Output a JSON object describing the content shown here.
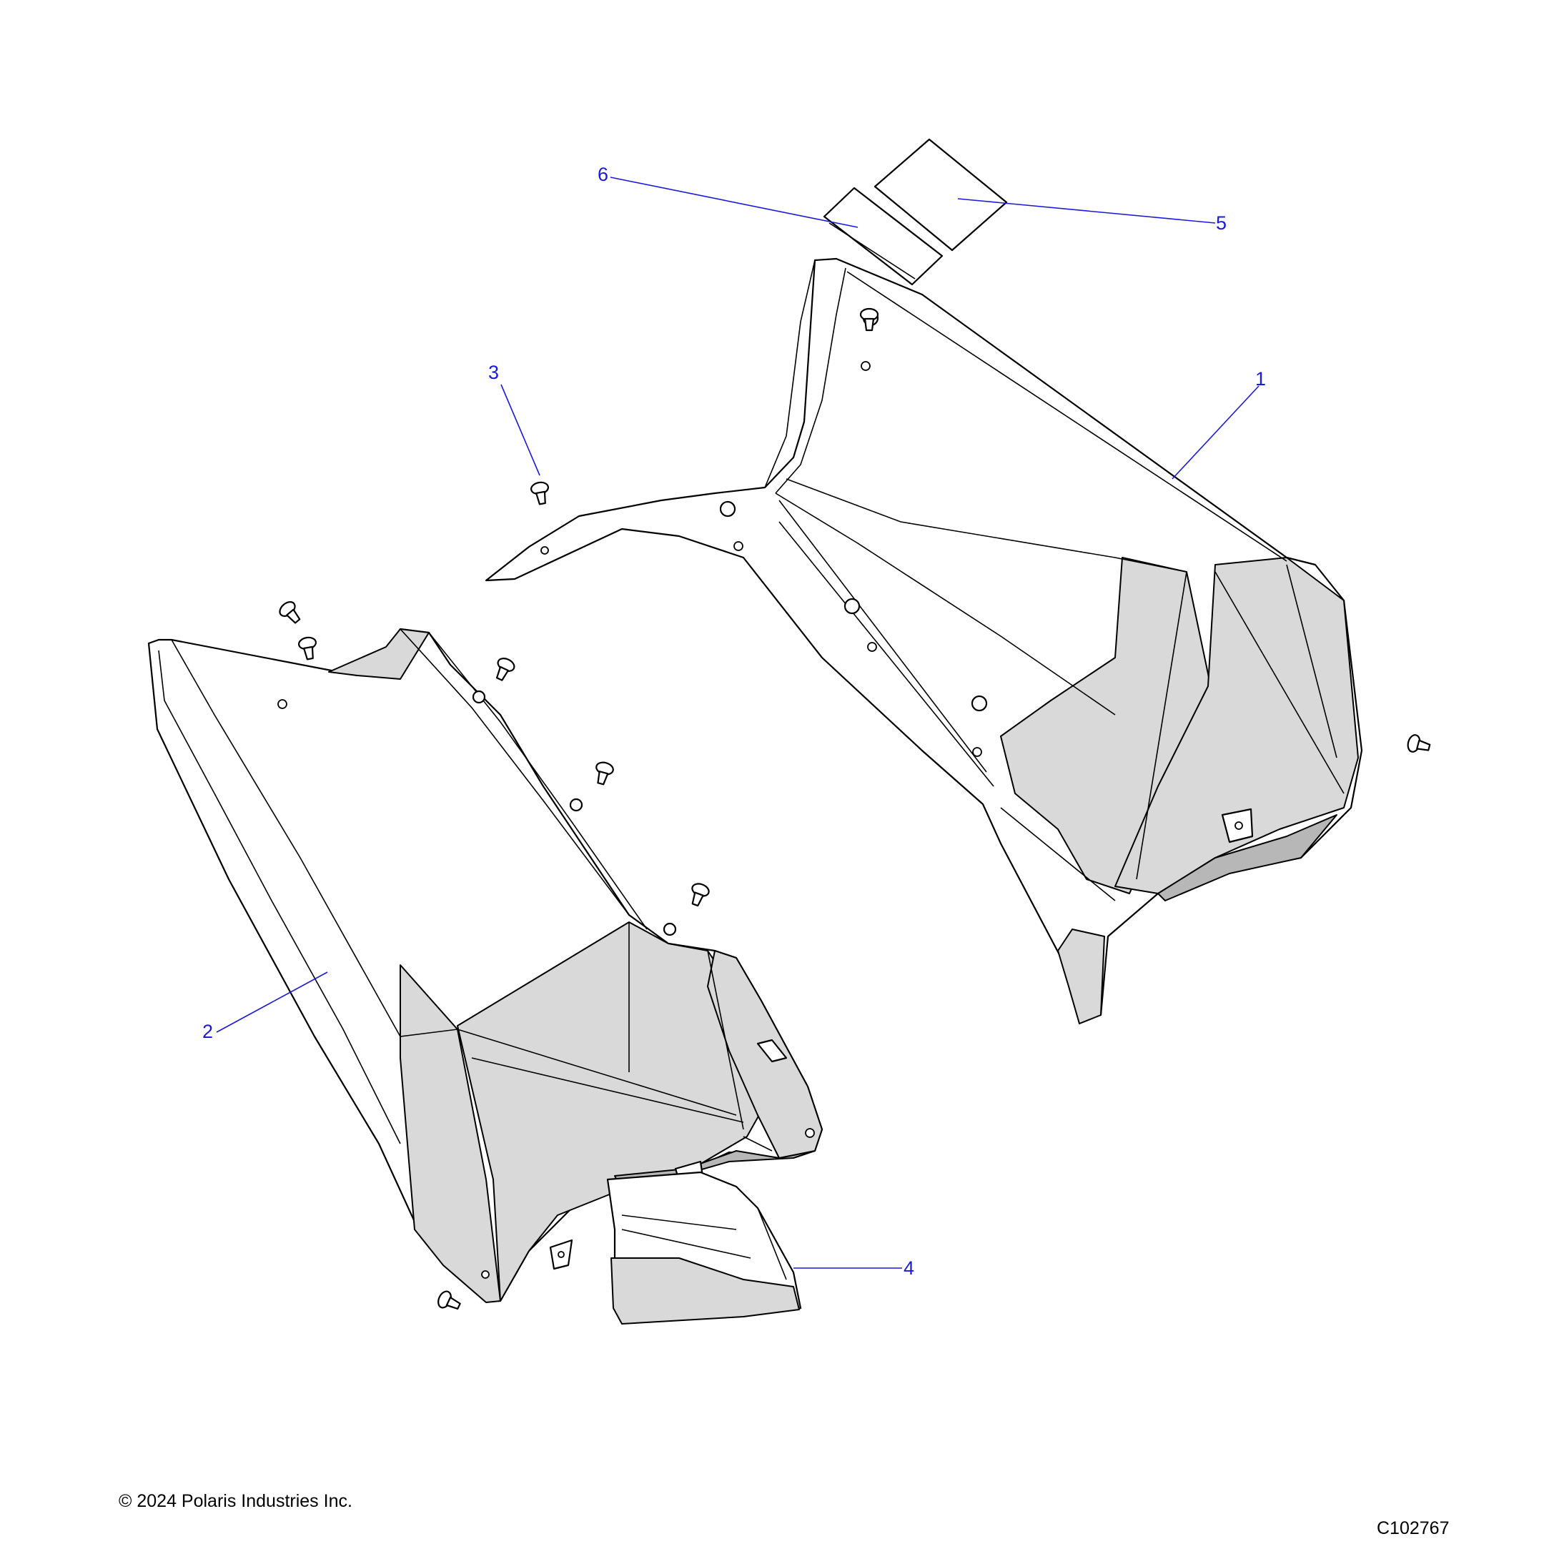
{
  "callouts": [
    "1",
    "2",
    "3",
    "4",
    "5",
    "6"
  ],
  "copyright": "© 2024 Polaris Industries Inc.",
  "figure_id": "C102767",
  "colors": {
    "callout": "#1a1adb",
    "line": "#000000",
    "shade": "#d9d9d9"
  }
}
